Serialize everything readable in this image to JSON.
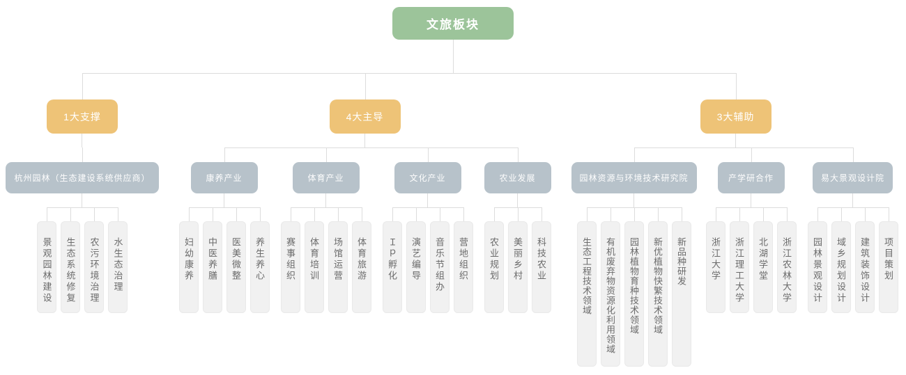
{
  "root": {
    "label": "文旅板块"
  },
  "branches": [
    {
      "label": "1大支撑",
      "groups": [
        {
          "label": "杭州园林（生态建设系统供应商）",
          "leaves": [
            "景观园林建设",
            "生态系统修复",
            "农污环境治理",
            "水生态治理"
          ]
        }
      ]
    },
    {
      "label": "4大主导",
      "groups": [
        {
          "label": "康养产业",
          "leaves": [
            "妇幼康养",
            "中医养膳",
            "医美微整",
            "养生养心"
          ]
        },
        {
          "label": "体育产业",
          "leaves": [
            "赛事组织",
            "体育培训",
            "场馆运营",
            "体育旅游"
          ]
        },
        {
          "label": "文化产业",
          "leaves": [
            "Ｉｐ孵化",
            "演艺编导",
            "音乐节组办",
            "营地组织"
          ]
        },
        {
          "label": "农业发展",
          "leaves": [
            "农业规划",
            "美丽乡村",
            "科技农业"
          ]
        }
      ]
    },
    {
      "label": "3大辅助",
      "groups": [
        {
          "label": "园林资源与环境技术研究院",
          "leaves": [
            "生态工程技术领域",
            "有机废弃物资源化利用领域",
            "园林植物育种技术领域",
            "新优植物快繁技术领域",
            "新品种研发"
          ]
        },
        {
          "label": "产学研合作",
          "leaves": [
            "浙江大学",
            "浙江理工大学",
            "北湖学堂",
            "浙江农林大学"
          ]
        },
        {
          "label": "易大景观设计院",
          "leaves": [
            "园林景观设计",
            "域乡规划设计",
            "建筑装饰设计",
            "项目策划"
          ]
        }
      ]
    }
  ],
  "colors": {
    "root_green": "#9cc49a",
    "branch_orange": "#eec377",
    "group_gray": "#b7c2ca",
    "leaf_bg": "#f1f1f1",
    "leaf_text": "#6b6b6b",
    "line": "#dcdcdc"
  }
}
